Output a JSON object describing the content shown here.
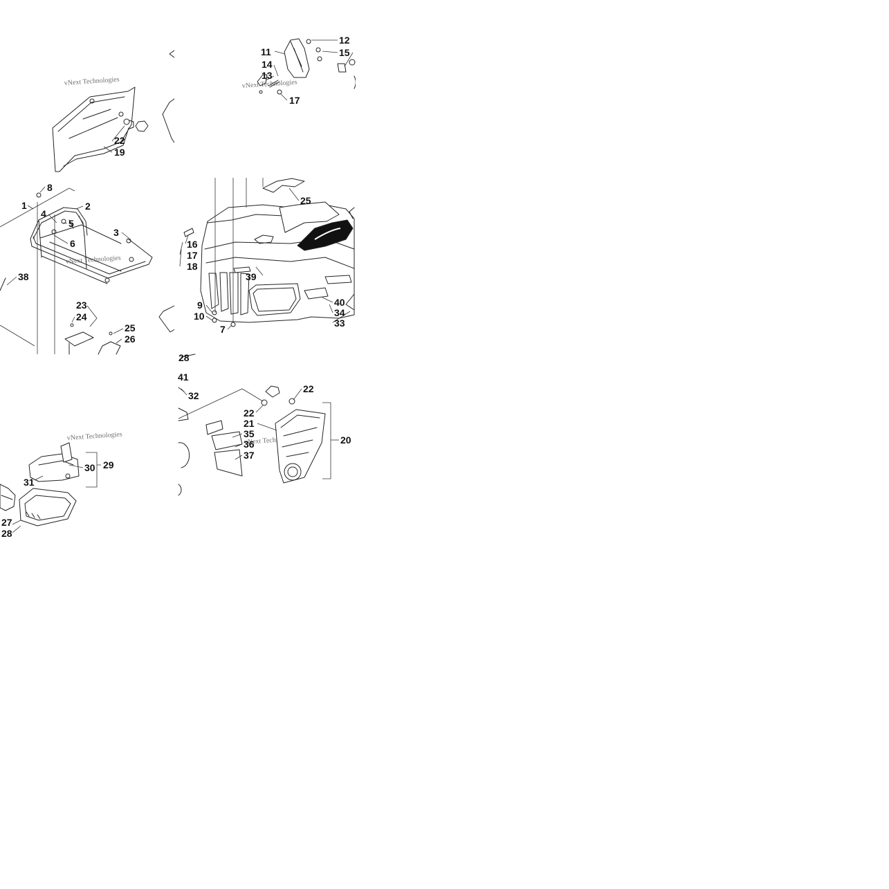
{
  "watermark": "vNext Technologies",
  "callouts": [
    "1",
    "2",
    "3",
    "4",
    "5",
    "6",
    "7",
    "8",
    "9",
    "10",
    "11",
    "12",
    "13",
    "14",
    "15",
    "16",
    "17",
    "18",
    "19",
    "20",
    "21",
    "22",
    "23",
    "24",
    "25",
    "26",
    "27",
    "28",
    "29",
    "30",
    "31",
    "32",
    "33",
    "34",
    "35",
    "36",
    "37",
    "38",
    "39",
    "40",
    "41"
  ],
  "colors": {
    "line": "#222222",
    "background": "#ffffff",
    "decal": "#111111"
  }
}
